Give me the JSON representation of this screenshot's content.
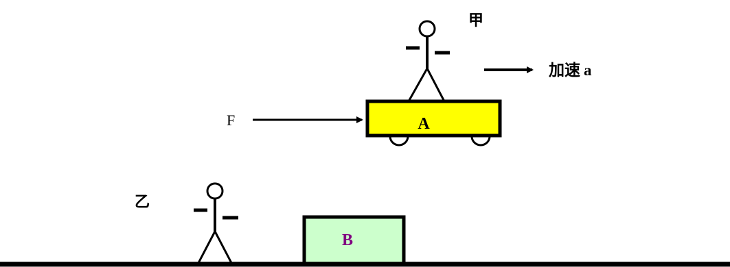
{
  "person_top": {
    "label": "甲"
  },
  "person_bottom": {
    "label": "乙"
  },
  "accel": {
    "text_cn": "加速",
    "symbol": "a"
  },
  "force": {
    "label": "F"
  },
  "cart": {
    "label": "A",
    "fill": "#ffff00",
    "border": "#000000"
  },
  "box": {
    "label": "B",
    "fill": "#ccffcc",
    "label_color": "#800080"
  },
  "ground": {
    "color": "#000000"
  }
}
